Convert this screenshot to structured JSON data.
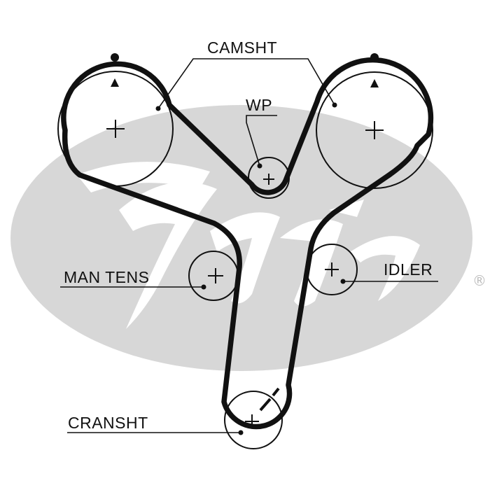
{
  "diagram": {
    "labels": {
      "camshaft": "CAMSHT",
      "water_pump": "WP",
      "manual_tensioner": "MAN TENS",
      "idler": "IDLER",
      "crankshaft": "CRANSHT"
    },
    "watermark": {
      "brand": "Gates",
      "registered_mark": "®"
    },
    "colors": {
      "belt": "#111111",
      "pulley": "#111111",
      "watermark": "#d7d7d7",
      "background": "#ffffff"
    },
    "icons": [
      "timing-dot-icon",
      "timing-arrow-icon",
      "pulley-center-cross-icon",
      "crank-timing-mark-icon"
    ]
  }
}
